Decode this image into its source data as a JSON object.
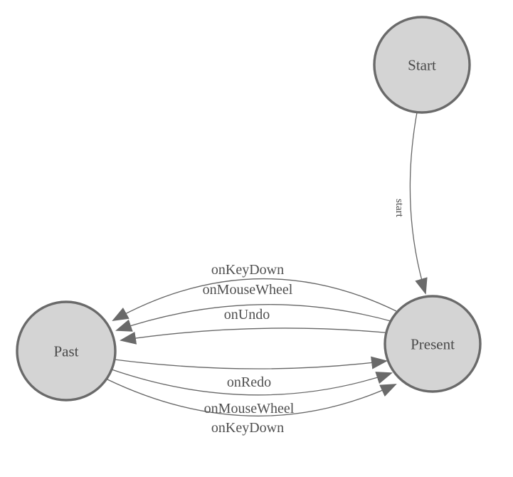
{
  "diagram": {
    "type": "state-machine",
    "background_color": "#ffffff",
    "node_fill_color": "#d4d4d4",
    "node_border_color": "#6a6a6a",
    "edge_line_color": "#666666",
    "arrowhead_color": "#6a6a6a",
    "label_text_color": "#4a4a4a",
    "nodes": [
      {
        "id": "start",
        "label": "Start"
      },
      {
        "id": "past",
        "label": "Past"
      },
      {
        "id": "present",
        "label": "Present"
      }
    ],
    "edges": [
      {
        "from": "start",
        "to": "present",
        "label": "start"
      },
      {
        "from": "present",
        "to": "past",
        "label": "onKeyDown"
      },
      {
        "from": "present",
        "to": "past",
        "label": "onMouseWheel"
      },
      {
        "from": "present",
        "to": "past",
        "label": "onUndo"
      },
      {
        "from": "past",
        "to": "present",
        "label": "onRedo"
      },
      {
        "from": "past",
        "to": "present",
        "label": "onMouseWheel"
      },
      {
        "from": "past",
        "to": "present",
        "label": "onKeyDown"
      }
    ]
  }
}
